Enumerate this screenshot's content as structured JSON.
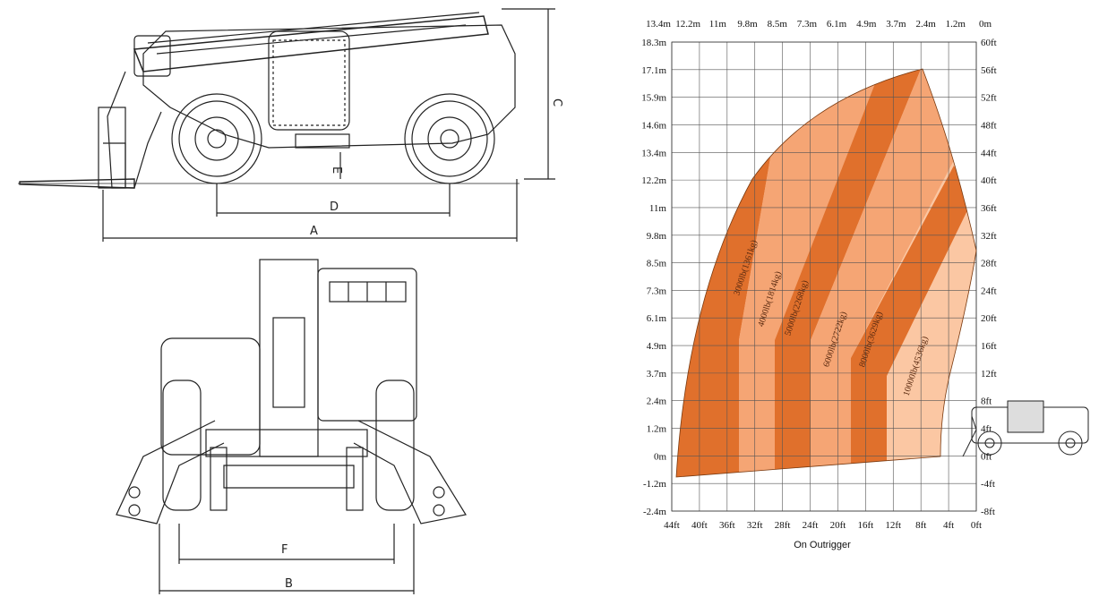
{
  "side_view": {
    "dimensions": {
      "A": "A",
      "C": "C",
      "D": "D",
      "E": "E"
    }
  },
  "front_view": {
    "dimensions": {
      "B": "B",
      "F": "F"
    }
  },
  "chart_data": {
    "type": "area",
    "top_labels": [
      "13.4m",
      "12.2m",
      "11m",
      "9.8m",
      "8.5m",
      "7.3m",
      "6.1m",
      "4.9m",
      "3.7m",
      "2.4m",
      "1.2m",
      "0m"
    ],
    "bottom_labels": [
      "44ft",
      "40ft",
      "36ft",
      "32ft",
      "28ft",
      "24ft",
      "20ft",
      "16ft",
      "12ft",
      "8ft",
      "4ft",
      "0ft"
    ],
    "left_labels": [
      "18.3m",
      "17.1m",
      "15.9m",
      "14.6m",
      "13.4m",
      "12.2m",
      "11m",
      "9.8m",
      "8.5m",
      "7.3m",
      "6.1m",
      "4.9m",
      "3.7m",
      "2.4m",
      "1.2m",
      "0m",
      "-1.2m",
      "-2.4m"
    ],
    "right_labels": [
      "60ft",
      "56ft",
      "52ft",
      "48ft",
      "44ft",
      "40ft",
      "36ft",
      "32ft",
      "28ft",
      "24ft",
      "20ft",
      "16ft",
      "12ft",
      "8ft",
      "4ft",
      "0ft",
      "-4ft",
      "-8ft"
    ],
    "xlabel": "On Outrigger",
    "zones": [
      {
        "label": "3000lb(1361kg)",
        "color": "#e0702c"
      },
      {
        "label": "4000lb(1814kg)",
        "color": "#f5a574"
      },
      {
        "label": "5000lb(2268kg)",
        "color": "#e0702c"
      },
      {
        "label": "6000lb(2722kg)",
        "color": "#f5a574"
      },
      {
        "label": "8000lb(3629kg)",
        "color": "#e0702c"
      },
      {
        "label": "10000lb(4536kg)",
        "color": "#fbc7a3"
      }
    ]
  }
}
